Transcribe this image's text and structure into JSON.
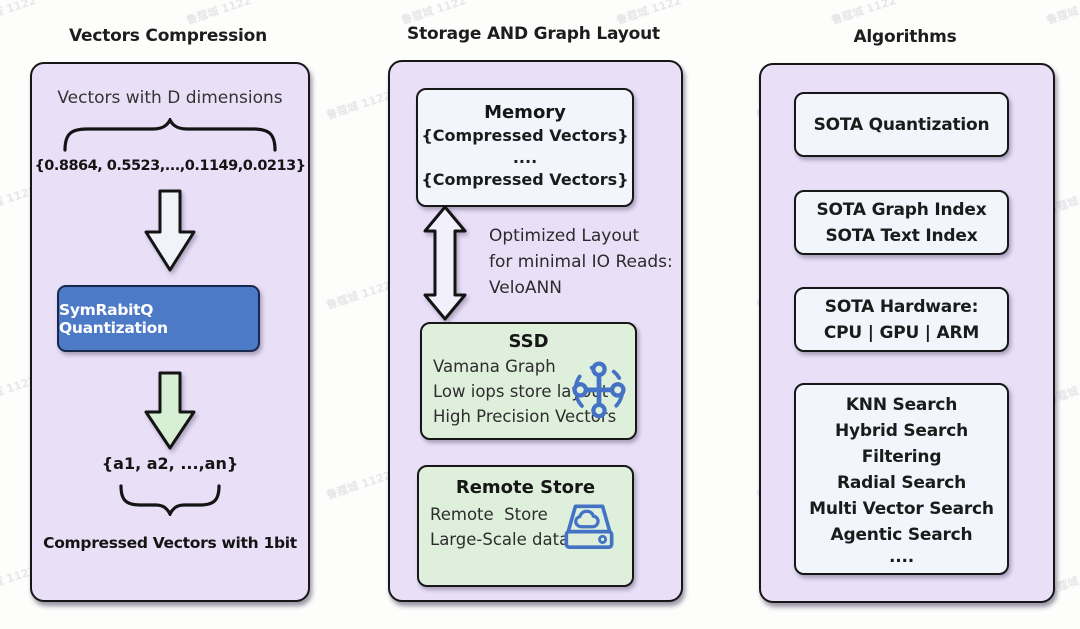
{
  "watermark": {
    "text": "鲁蔻城 1122"
  },
  "left": {
    "title": "Vectors Compression",
    "subtitle": "Vectors with D dimensions",
    "vector": "{0.8864, 0.5523,...,0.1149,0.0213}",
    "quantizer": "SymRabitQ Quantization",
    "output_vector": "{a1, a2, ...,an}",
    "caption": "Compressed Vectors with  1bit"
  },
  "middle": {
    "title": "Storage AND Graph Layout",
    "memory": {
      "title": "Memory",
      "lines": [
        "{Compressed Vectors}",
        "....",
        "{Compressed Vectors}"
      ]
    },
    "note": {
      "lines": [
        "Optimized Layout",
        "for minimal IO Reads:",
        "VeloANN"
      ]
    },
    "ssd": {
      "title": "SSD",
      "lines": [
        "Vamana Graph",
        "Low iops store layout",
        "High Precision Vectors"
      ],
      "icon": "graph-network-icon"
    },
    "remote": {
      "title": "Remote Store",
      "lines": [
        "Remote  Store",
        "Large-Scale data"
      ],
      "icon": "storage-drive-icon"
    }
  },
  "right": {
    "title": "Algorithms",
    "boxes": [
      {
        "lines": [
          "SOTA Quantization"
        ]
      },
      {
        "lines": [
          "SOTA Graph Index",
          "SOTA Text Index"
        ]
      },
      {
        "lines": [
          "SOTA Hardware:",
          "CPU | GPU | ARM"
        ]
      },
      {
        "lines": [
          "KNN Search",
          "Hybrid Search",
          "Filtering",
          "Radial Search",
          "Multi Vector Search",
          "Agentic Search",
          "...."
        ]
      }
    ]
  },
  "colors": {
    "panel_fill": "#e9e0f8",
    "panel_border": "#171717",
    "blue_box": "#4d7ac7",
    "green_box": "#def0dc",
    "light_box": "#f2f6fc",
    "green_arrow": "#d7efd4",
    "white_arrow": "#f0f4f9",
    "icon_blue": "#4472c4"
  }
}
